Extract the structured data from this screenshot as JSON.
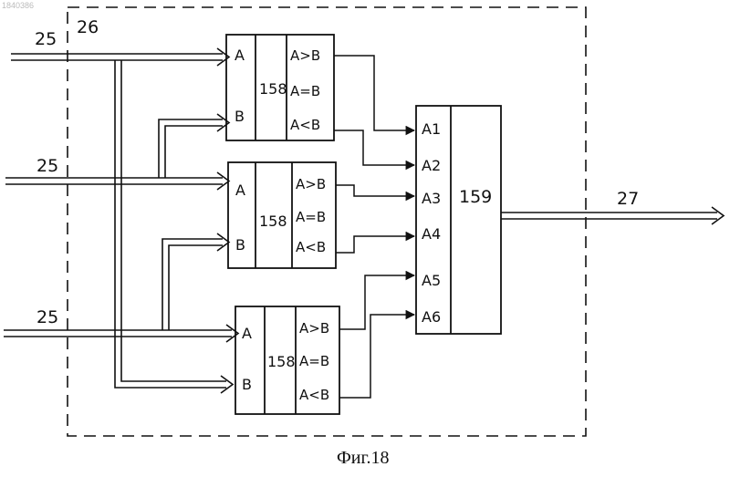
{
  "figure": {
    "caption": "Фиг.18",
    "corner_id": "1840386",
    "frame_label": "26",
    "inputs": [
      "25",
      "25",
      "25"
    ],
    "output": "27"
  },
  "comparators": [
    {
      "id": "158",
      "in_a": "A",
      "in_b": "B",
      "out_gt": "A>B",
      "out_eq": "A=B",
      "out_lt": "A<B"
    },
    {
      "id": "158",
      "in_a": "A",
      "in_b": "B",
      "out_gt": "A>B",
      "out_eq": "A=B",
      "out_lt": "A<B"
    },
    {
      "id": "158",
      "in_a": "A",
      "in_b": "B",
      "out_gt": "A>B",
      "out_eq": "A=B",
      "out_lt": "A<B"
    }
  ],
  "logic_block": {
    "id": "159",
    "inputs": [
      "A1",
      "A2",
      "A3",
      "A4",
      "A5",
      "A6"
    ]
  },
  "colors": {
    "ink": "#111111",
    "paper": "#ffffff"
  }
}
